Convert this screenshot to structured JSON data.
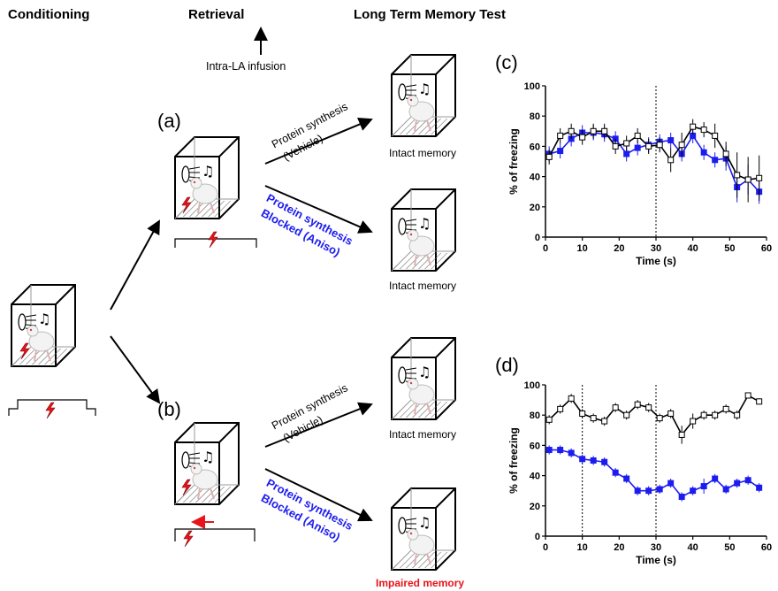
{
  "headers": {
    "conditioning": "Conditioning",
    "retrieval": "Retrieval",
    "ltm_test": "Long Term Memory Test"
  },
  "infusion_label": "Intra-LA infusion",
  "panels": {
    "a": "(a)",
    "b": "(b)",
    "c": "(c)",
    "d": "(d)"
  },
  "arrows": {
    "vehicle_line1": "Protein synthesis",
    "vehicle_line2": "(Vehicle)",
    "aniso_line1": "Protein synthesis",
    "aniso_line2": "Blocked (Aniso)"
  },
  "outcomes": {
    "a_vehicle": "Intact memory",
    "a_aniso": "Intact memory",
    "b_vehicle": "Intact memory",
    "b_aniso": "Impaired memory"
  },
  "colors": {
    "aniso": "#1c1cf0",
    "impaired": "#e8141b",
    "shock": "#e8141b",
    "vehicle": "#000000"
  },
  "chart_data": [
    {
      "panel": "(c)",
      "type": "line",
      "xlabel": "Time (s)",
      "ylabel": "% of freezing",
      "xlim": [
        0,
        60
      ],
      "ylim": [
        0,
        100
      ],
      "xticks": [
        0,
        10,
        20,
        30,
        40,
        50,
        60
      ],
      "yticks": [
        0,
        20,
        40,
        60,
        80,
        100
      ],
      "dotted_lines_x": [
        30
      ],
      "series": [
        {
          "color": "#000000",
          "marker": "open-square",
          "x": [
            1,
            4,
            7,
            10,
            13,
            16,
            19,
            22,
            25,
            28,
            31,
            34,
            37,
            40,
            43,
            46,
            49,
            52,
            55,
            58
          ],
          "y": [
            53,
            67,
            70,
            66,
            70,
            70,
            60,
            62,
            67,
            60,
            61,
            51,
            61,
            73,
            71,
            67,
            55,
            41,
            38,
            39
          ],
          "err": [
            5,
            5,
            5,
            5,
            5,
            5,
            5,
            5,
            5,
            5,
            5,
            8,
            8,
            5,
            5,
            8,
            8,
            15,
            15,
            15
          ]
        },
        {
          "color": "#1c1cf0",
          "marker": "filled-square",
          "x": [
            1,
            4,
            7,
            10,
            13,
            16,
            19,
            22,
            25,
            28,
            31,
            34,
            37,
            40,
            43,
            46,
            49,
            52,
            55,
            58
          ],
          "y": [
            55,
            57,
            65,
            69,
            69,
            68,
            65,
            55,
            59,
            61,
            63,
            64,
            55,
            67,
            56,
            51,
            52,
            33,
            38,
            30
          ],
          "err": [
            5,
            5,
            5,
            5,
            5,
            5,
            5,
            5,
            5,
            5,
            5,
            5,
            5,
            5,
            5,
            5,
            8,
            10,
            10,
            8
          ]
        }
      ]
    },
    {
      "panel": "(d)",
      "type": "line",
      "xlabel": "Time (s)",
      "ylabel": "% of freezing",
      "xlim": [
        0,
        60
      ],
      "ylim": [
        0,
        100
      ],
      "xticks": [
        0,
        10,
        20,
        30,
        40,
        50,
        60
      ],
      "yticks": [
        0,
        20,
        40,
        60,
        80,
        100
      ],
      "dotted_lines_x": [
        10,
        30
      ],
      "series": [
        {
          "color": "#000000",
          "marker": "open-square",
          "x": [
            1,
            4,
            7,
            10,
            13,
            16,
            19,
            22,
            25,
            28,
            31,
            34,
            37,
            40,
            43,
            46,
            49,
            52,
            55,
            58
          ],
          "y": [
            77,
            84,
            91,
            81,
            78,
            76,
            85,
            80,
            87,
            85,
            78,
            81,
            67,
            76,
            80,
            80,
            84,
            80,
            93,
            89
          ],
          "err": [
            3,
            3,
            3,
            3,
            3,
            3,
            3,
            3,
            3,
            3,
            3,
            3,
            6,
            5,
            3,
            3,
            3,
            3,
            2,
            2
          ]
        },
        {
          "color": "#1c1cf0",
          "marker": "filled-square",
          "x": [
            1,
            4,
            7,
            10,
            13,
            16,
            19,
            22,
            25,
            28,
            31,
            34,
            37,
            40,
            43,
            46,
            49,
            52,
            55,
            58
          ],
          "y": [
            57,
            57,
            55,
            51,
            50,
            49,
            42,
            38,
            30,
            30,
            31,
            35,
            26,
            30,
            33,
            38,
            31,
            35,
            37,
            32
          ],
          "err": [
            3,
            3,
            3,
            3,
            3,
            3,
            3,
            3,
            3,
            3,
            3,
            3,
            3,
            3,
            5,
            3,
            3,
            3,
            3,
            3
          ]
        }
      ]
    }
  ]
}
